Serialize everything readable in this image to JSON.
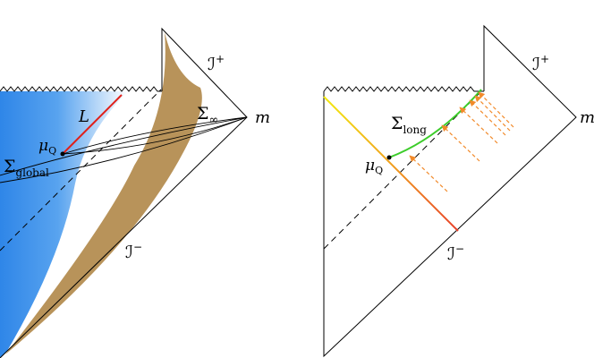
{
  "left_panel": {
    "labels": {
      "L": "L",
      "mu": "μ",
      "mu_sub": "Q",
      "sigma_inf": "Σ",
      "sigma_inf_sub": "∞",
      "sigma_global": "Σ",
      "sigma_global_sub": "global",
      "m": "m",
      "scri_plus": "ℐ",
      "scri_plus_sup": "+",
      "scri_minus": "ℐ",
      "scri_minus_sup": "−"
    },
    "colors": {
      "blue_region": "#2f86e8",
      "brown_band": "#b8935a",
      "red_segment": "#e0201a"
    }
  },
  "right_panel": {
    "labels": {
      "sigma_long": "Σ",
      "sigma_long_sub": "long",
      "mu": "μ",
      "mu_sub": "Q",
      "m": "m",
      "scri_plus": "ℐ",
      "scri_plus_sup": "+",
      "scri_minus": "ℐ",
      "scri_minus_sup": "−"
    },
    "colors": {
      "sigma_long_curve": "#3ccc2a",
      "arrows": "#f28a2a",
      "yellow": "#f0e010",
      "red": "#e8402a"
    }
  }
}
